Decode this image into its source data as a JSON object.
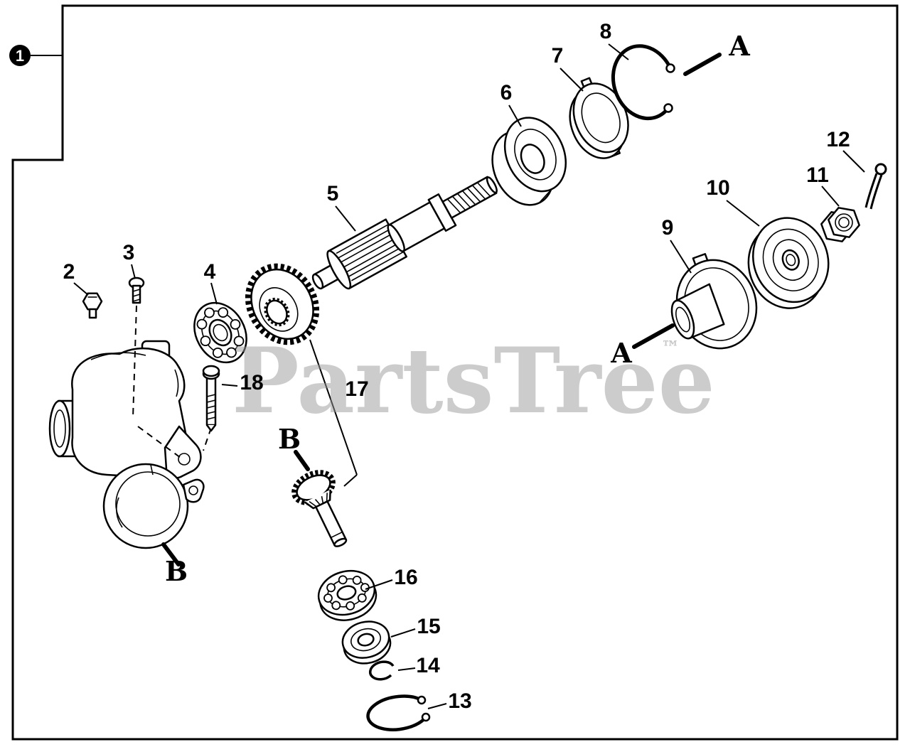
{
  "callout": {
    "label": "1"
  },
  "watermark": {
    "text": "PartsTree",
    "tm": "™"
  },
  "colors": {
    "line": "#000000",
    "watermark": "#9a9a9a"
  },
  "parts": {
    "p2": "2",
    "p3": "3",
    "p4": "4",
    "p5": "5",
    "p6": "6",
    "p7": "7",
    "p8": "8",
    "p9": "9",
    "p10": "10",
    "p11": "11",
    "p12": "12",
    "p13": "13",
    "p14": "14",
    "p15": "15",
    "p16": "16",
    "p17": "17",
    "p18": "18"
  },
  "refs": {
    "a_top": "A",
    "a_mid": "A",
    "b_upper": "B",
    "b_lower": "B"
  }
}
